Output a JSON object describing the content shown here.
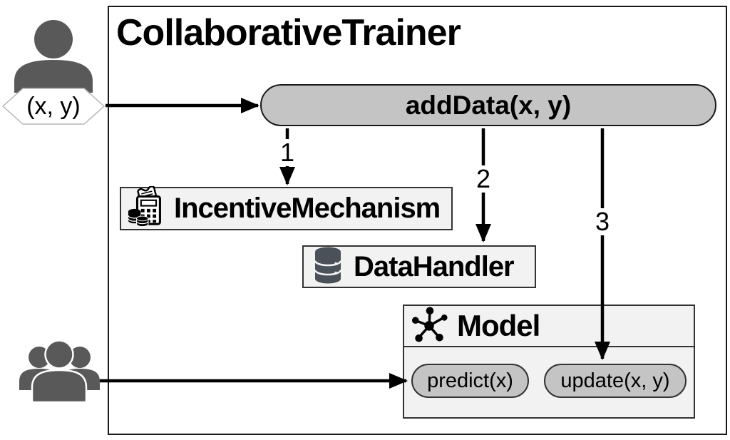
{
  "colors": {
    "pill_fill": "#c4c4c4",
    "box_fill": "#f2f2f2",
    "actor_gray": "#595959",
    "database_gray": "#4b5158",
    "border_dark": "#1a1a1a",
    "box_border": "#333333",
    "bubble_border": "#b5b5b5",
    "arrow_black": "#000000"
  },
  "diagram": {
    "title": "CollaborativeTrainer",
    "actor_input": {
      "label": "(x, y)",
      "icon": "person-icon"
    },
    "actor_consumers": {
      "icon": "people-group-icon"
    },
    "add_data": {
      "label": "addData(x, y)"
    },
    "arrows": {
      "to_incentive": "1",
      "to_data_handler": "2",
      "to_update": "3"
    },
    "incentive_mechanism": {
      "label": "IncentiveMechanism",
      "icon": "calculator-coins-icon"
    },
    "data_handler": {
      "label": "DataHandler",
      "icon": "database-icon"
    },
    "model": {
      "label": "Model",
      "icon": "network-graph-icon",
      "predict_label": "predict(x)",
      "update_label": "update(x, y)"
    }
  }
}
